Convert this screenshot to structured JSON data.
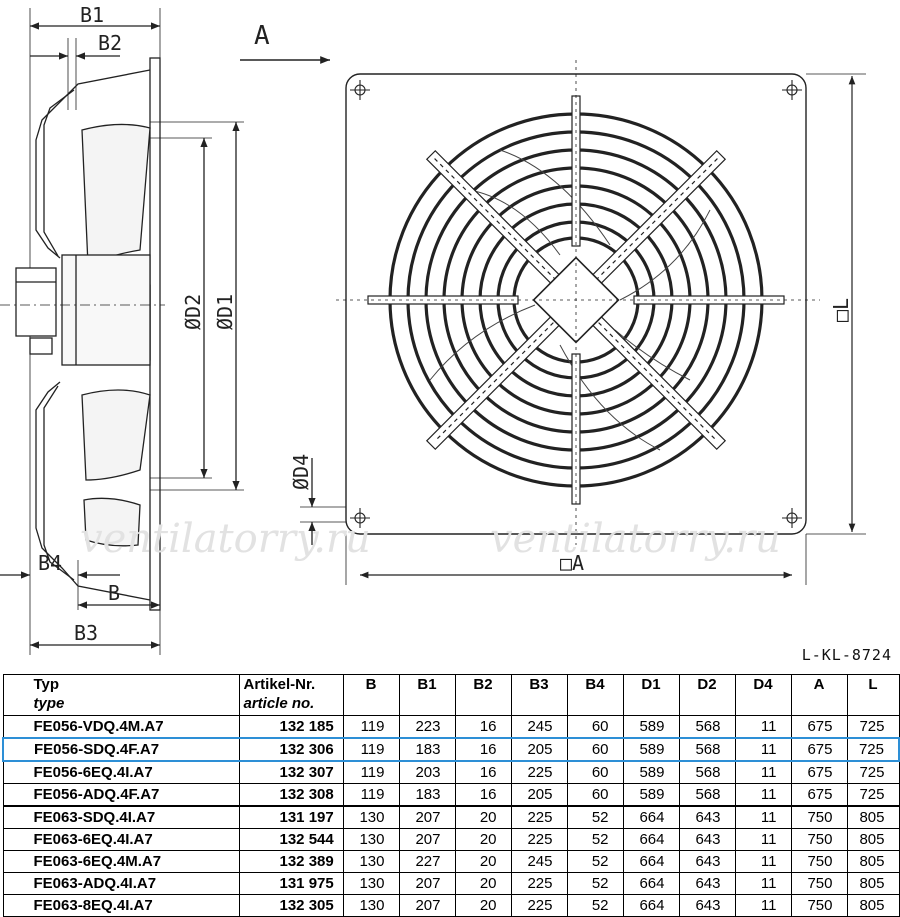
{
  "drawing": {
    "view_label": "A",
    "dims": {
      "b1": "B1",
      "b2": "B2",
      "b3": "B3",
      "b4": "B4",
      "b": "B",
      "d1": "ØD1",
      "d2": "ØD2",
      "d4": "ØD4",
      "a": "□A",
      "l": "□L"
    },
    "watermark": "ventilatorry.ru",
    "reference": "L-KL-8724"
  },
  "table": {
    "headers": {
      "type": "Typ",
      "type_en": "type",
      "article": "Artikel-Nr.",
      "article_en": "article no.",
      "cols": [
        "B",
        "B1",
        "B2",
        "B3",
        "B4",
        "D1",
        "D2",
        "D4",
        "A",
        "L"
      ]
    },
    "rows": [
      {
        "type": "FE056-VDQ.4M.A7",
        "article": "132 185",
        "values": [
          "119",
          "223",
          "16",
          "245",
          "60",
          "589",
          "568",
          "11",
          "675",
          "725"
        ]
      },
      {
        "type": "FE056-SDQ.4F.A7",
        "article": "132 306",
        "values": [
          "119",
          "183",
          "16",
          "205",
          "60",
          "589",
          "568",
          "11",
          "675",
          "725"
        ],
        "highlight": true
      },
      {
        "type": "FE056-6EQ.4I.A7",
        "article": "132 307",
        "values": [
          "119",
          "203",
          "16",
          "225",
          "60",
          "589",
          "568",
          "11",
          "675",
          "725"
        ]
      },
      {
        "type": "FE056-ADQ.4F.A7",
        "article": "132 308",
        "values": [
          "119",
          "183",
          "16",
          "205",
          "60",
          "589",
          "568",
          "11",
          "675",
          "725"
        ]
      },
      {
        "type": "FE063-SDQ.4I.A7",
        "article": "131 197",
        "values": [
          "130",
          "207",
          "20",
          "225",
          "52",
          "664",
          "643",
          "11",
          "750",
          "805"
        ],
        "group_start": true
      },
      {
        "type": "FE063-6EQ.4I.A7",
        "article": "132 544",
        "values": [
          "130",
          "207",
          "20",
          "225",
          "52",
          "664",
          "643",
          "11",
          "750",
          "805"
        ]
      },
      {
        "type": "FE063-6EQ.4M.A7",
        "article": "132 389",
        "values": [
          "130",
          "227",
          "20",
          "245",
          "52",
          "664",
          "643",
          "11",
          "750",
          "805"
        ]
      },
      {
        "type": "FE063-ADQ.4I.A7",
        "article": "131 975",
        "values": [
          "130",
          "207",
          "20",
          "225",
          "52",
          "664",
          "643",
          "11",
          "750",
          "805"
        ]
      },
      {
        "type": "FE063-8EQ.4I.A7",
        "article": "132 305",
        "values": [
          "130",
          "207",
          "20",
          "225",
          "52",
          "664",
          "643",
          "11",
          "750",
          "805"
        ]
      }
    ]
  }
}
